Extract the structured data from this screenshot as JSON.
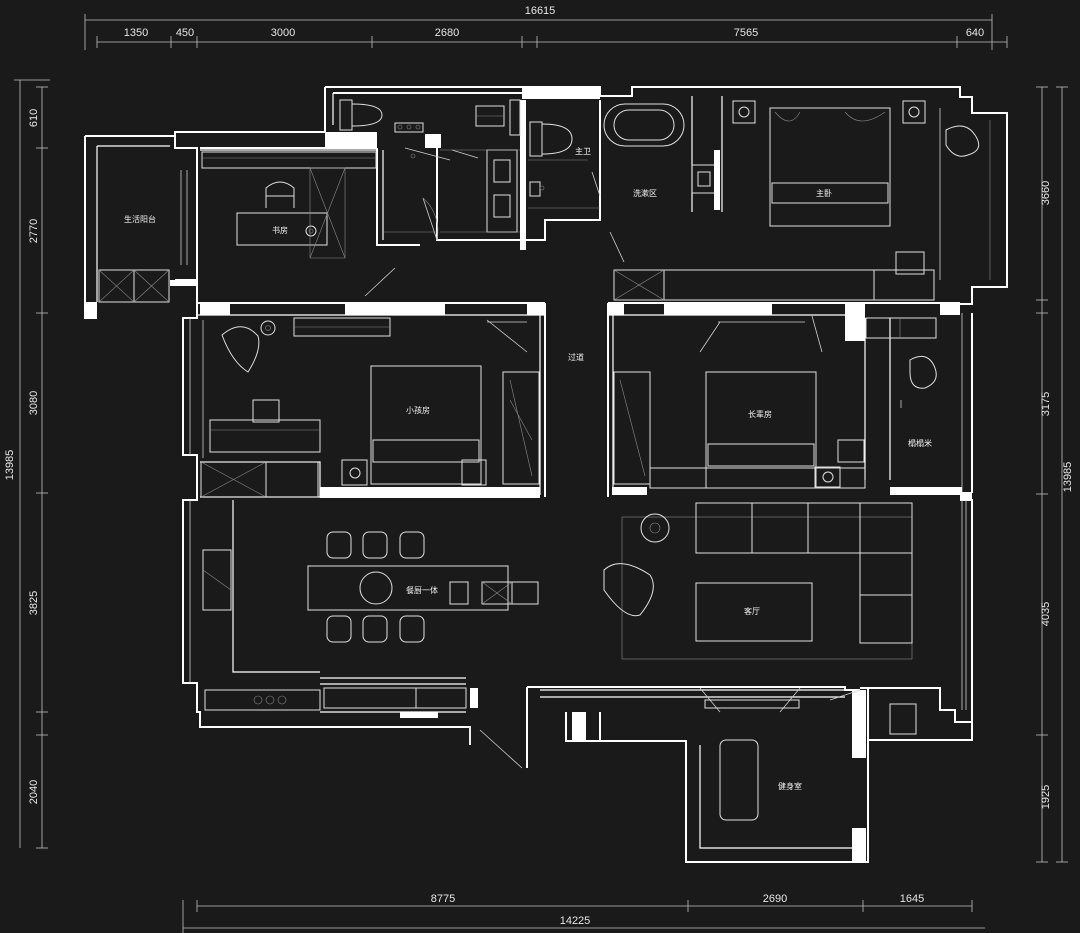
{
  "dimensions": {
    "top": {
      "total": "16615",
      "segments": [
        "1350",
        "450",
        "3000",
        "2680",
        "7565",
        "640"
      ]
    },
    "bottom": {
      "total": "14225",
      "segments": [
        "8775",
        "2690",
        "1645"
      ]
    },
    "left": {
      "total": "13985",
      "segments": [
        "610",
        "2770",
        "3080",
        "3825",
        "2040"
      ]
    },
    "right": {
      "total": "13985",
      "segments": [
        "3660",
        "3175",
        "4035",
        "1925"
      ]
    }
  },
  "rooms": {
    "balcony": "生活阳台",
    "study": "书房",
    "master_bath": "主卫",
    "wash_area": "洗漱区",
    "master_bedroom": "主卧",
    "corridor": "过道",
    "kids_room": "小孩房",
    "elder_room": "长辈房",
    "tatami": "榻榻米",
    "dining_kitchen": "餐厨一体",
    "living_room": "客厅",
    "gym": "健身室"
  },
  "colors": {
    "background": "#1a1a1a",
    "lines": "#ffffff",
    "text": "#f2f2f2"
  }
}
